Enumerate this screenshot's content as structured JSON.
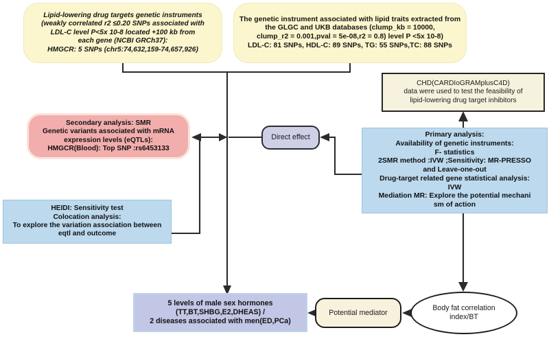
{
  "diagram": {
    "title": "Mendelian randomization study design flowchart",
    "nodes": {
      "instruments": {
        "label": "Lipid-lowering drug targets genetic instruments\n(weakly correlated r2  ≤0.20  SNPs associated with\nLDL-C level P<5x 10-8 located +100 kb from\neach gene (NCBI GRCh37):\nHMGCR: 5 SNPs (chr5:74,632,159-74,657,926)",
        "color": "#fbf6cd"
      },
      "glgc": {
        "label": "The genetic instrument associated with lipid traits extracted from\nthe GLGC and UKB databases (clump_kb = 10000,\nclump_r2 = 0.001,pval = 5e-08,r2 = 0.8) level P <5x 10-8)\nLDL-C: 81 SNPs, HDL-C: 89 SNPs, TG: 55 SNPs,TC: 88 SNPs",
        "color": "#fbf6cd"
      },
      "chd": {
        "label": "CHD(CARDIoGRAMplusC4D)\ndata were used to test the feasibility of\nlipid-lowering drug target inhibitors",
        "color": "#f7f2de"
      },
      "secondary_analysis": {
        "label": "Secondary analysis: SMR\nGenetic variants associated with mRNA\nexpression levels (eQTLs):\nHMGCR(Blood): Top SNP :rs6453133",
        "color": "#f2adad"
      },
      "direct_effect": {
        "label": "Direct effect",
        "color": "#ced0e6"
      },
      "primary_analysis": {
        "label": "Primary analysis:\nAvailability of genetic instruments:\nF- statistics\n2SMR method :IVW ;Sensitivity: MR-PRESSO\nand Leave-one-out\nDrug-target  related gene statistical analysis:\nIVW\nMediation MR: Explore the potential mechani\nsm of action",
        "color": "#bcd9ee"
      },
      "heidi": {
        "label": "HEIDI:  Sensitivity test\nColocation analysis:\nTo explore the variation association between\neqtl and outcome",
        "color": "#bcd9ee"
      },
      "hormones": {
        "label": "5 levels of male sex hormones\n(TT,BT,SHBG,E2,DHEAS)  /\n2 diseases associated with men(ED,PCa)",
        "color": "#c3c7e6"
      },
      "potential_mediator": {
        "label": "Potential mediator",
        "color": "#f8f2dd"
      },
      "body_fat": {
        "label": "Body fat correlation\nindex/BT",
        "color": "#ffffff"
      }
    },
    "edges": [
      {
        "name": "instruments-to-bus",
        "from": "instruments",
        "to": "junction"
      },
      {
        "name": "glgc-to-bus",
        "from": "glgc",
        "to": "junction"
      },
      {
        "name": "bus-to-secondary",
        "from": "junction",
        "to": "secondary_analysis"
      },
      {
        "name": "bus-to-hormones",
        "from": "junction",
        "to": "hormones"
      },
      {
        "name": "primary-to-direct",
        "from": "primary_analysis",
        "to": "direct_effect"
      },
      {
        "name": "primary-to-chd",
        "from": "primary_analysis",
        "to": "chd"
      },
      {
        "name": "heidi-to-secondary",
        "from": "heidi",
        "to": "secondary_analysis"
      },
      {
        "name": "primary-to-bodyfat",
        "from": "primary_analysis",
        "to": "body_fat"
      },
      {
        "name": "bodyfat-to-mediator",
        "from": "body_fat",
        "to": "potential_mediator"
      },
      {
        "name": "mediator-to-hormones",
        "from": "potential_mediator",
        "to": "hormones"
      }
    ],
    "colors": {
      "line": "#2b2b2b",
      "yellow": "#fbf6cd",
      "pink": "#f2adad",
      "blue": "#bcd9ee",
      "lavender": "#ced0e6",
      "periwinkle": "#c3c7e6",
      "cream": "#f8f2dd"
    }
  }
}
